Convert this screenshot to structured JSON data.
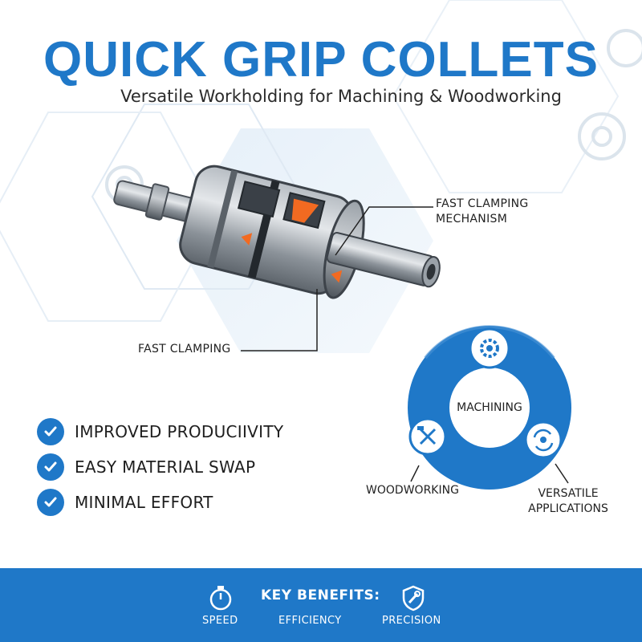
{
  "header": {
    "title": "QUICK GRIP COLLETS",
    "subtitle": "Versatile Workholding for Machining & Woodworking"
  },
  "callouts": {
    "mechanism_line1": "FAST CLAMPING",
    "mechanism_line2": "MECHANISM",
    "clamping": "FAST CLAMPING"
  },
  "benefits_list": [
    {
      "label": "IMPROVED PRODUCIIVITY",
      "icon": "check-icon"
    },
    {
      "label": "EASY MATERIAL SWAP",
      "icon": "check-icon"
    },
    {
      "label": "MINIMAL EFFORT",
      "icon": "check-icon"
    }
  ],
  "applications": {
    "center": "MACHINING",
    "woodworking": "WOODWORKING",
    "versatile_line1": "VERSATILE",
    "versatile_line2": "APPLICATIONS",
    "icons": [
      "gear-icon",
      "hammer-wrench-icon",
      "rotate-gear-icon"
    ]
  },
  "footer": {
    "heading": "KEY BENEFITS:",
    "items": [
      {
        "label": "SPEED",
        "icon": "stopwatch-icon"
      },
      {
        "label": "EFFICIENCY",
        "icon": ""
      },
      {
        "label": "PRECISION",
        "icon": "shield-wrench-icon"
      }
    ]
  },
  "colors": {
    "brand_blue": "#1f78c8",
    "accent_orange": "#f26a21",
    "steel": "#8d949b"
  }
}
